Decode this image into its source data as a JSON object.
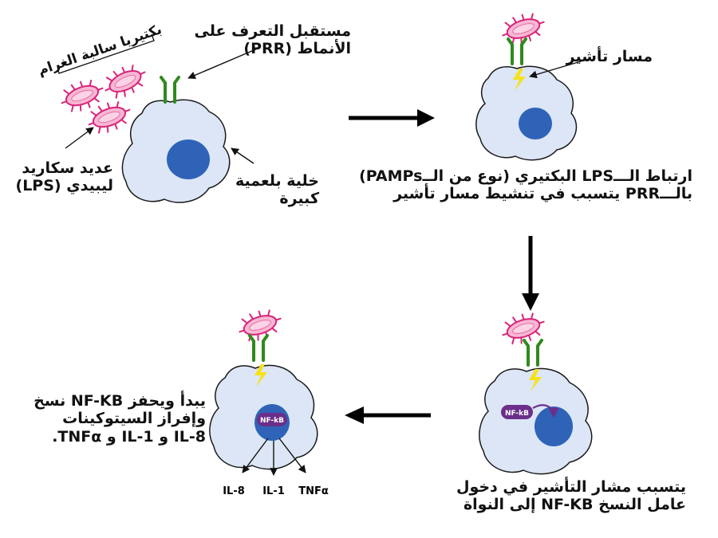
{
  "panel1": {
    "bacteria_group_label": "بكتيريا سالبة الغرام",
    "prr_label_line1": "مستقبل التعرف على",
    "prr_label_line2": "الأنماط (PRR)",
    "lps_label_line1": "عديد سكاريد",
    "lps_label_line2": "ليبيدي (LPS)",
    "macrophage_label_line1": "خلية بلعمية",
    "macrophage_label_line2": "كبيرة"
  },
  "panel2": {
    "signal_pathway_label": "مسار تأشير",
    "caption_line1": "ارتباط الـــLPS البكتيري (نوع من الــPAMPs)",
    "caption_line2": "بالـــPRR يتسبب في تنشيط مسار تأشير"
  },
  "panel3": {
    "nfkb_label": "NF-kB",
    "caption_line1": "يتسبب مشار التأشير في دخول",
    "caption_line2": "عامل النسخ NF-KB إلى النواة"
  },
  "panel4": {
    "nfkb_label": "NF-kB",
    "cytokines": [
      "IL-8",
      "IL-1",
      "TNFα"
    ],
    "caption_line1": "يبدأ ويحفز NF-KB نسخ",
    "caption_line2": "وإفراز السيتوكينات",
    "caption_line3": "IL-8 و IL-1 و TNFα."
  },
  "colors": {
    "cell_fill": "#dce6f6",
    "cell_stroke": "#1a1a1a",
    "nucleus": "#2e63b8",
    "bacteria_fill": "#f7b7d3",
    "bacteria_stroke": "#d8247a",
    "receptor": "#2f8a1c",
    "lightning": "#f5e21a",
    "nfkb": "#6b2f8a",
    "arrow": "#000000"
  }
}
